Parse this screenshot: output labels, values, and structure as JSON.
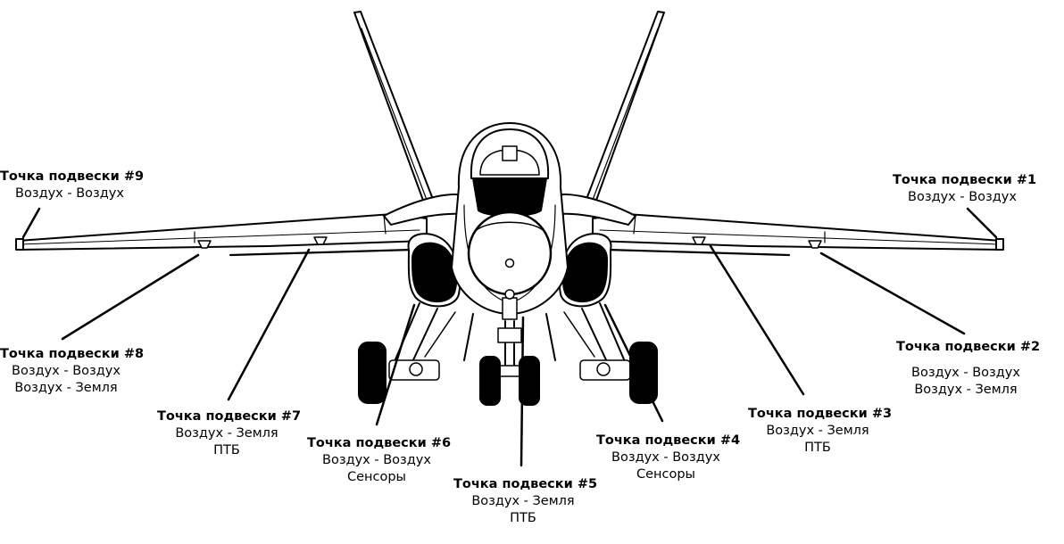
{
  "colors": {
    "stroke": "#000000",
    "fill_dark": "#000000",
    "fill_light": "#ffffff"
  },
  "stations": [
    {
      "id": "9",
      "title": "Точка подвески #9",
      "lines": [
        "Воздух - Воздух"
      ]
    },
    {
      "id": "1",
      "title": "Точка подвески #1",
      "lines": [
        "Воздух - Воздух"
      ]
    },
    {
      "id": "8",
      "title": "Точка подвески #8",
      "lines": [
        "Воздух - Воздух",
        "Воздух - Земля"
      ]
    },
    {
      "id": "2",
      "title": "Точка подвески #2",
      "lines": [
        "Воздух - Воздух",
        "Воздух - Земля"
      ]
    },
    {
      "id": "7",
      "title": "Точка подвески #7",
      "lines": [
        "Воздух - Земля",
        "ПТБ"
      ]
    },
    {
      "id": "3",
      "title": "Точка подвески #3",
      "lines": [
        "Воздух - Земля",
        "ПТБ"
      ]
    },
    {
      "id": "6",
      "title": "Точка подвески #6",
      "lines": [
        "Воздух - Воздух",
        "Сенсоры"
      ]
    },
    {
      "id": "4",
      "title": "Точка подвески #4",
      "lines": [
        "Воздух - Воздух",
        "Сенсоры"
      ]
    },
    {
      "id": "5",
      "title": "Точка подвески #5",
      "lines": [
        "Воздух - Земля",
        "ПТБ"
      ]
    }
  ]
}
